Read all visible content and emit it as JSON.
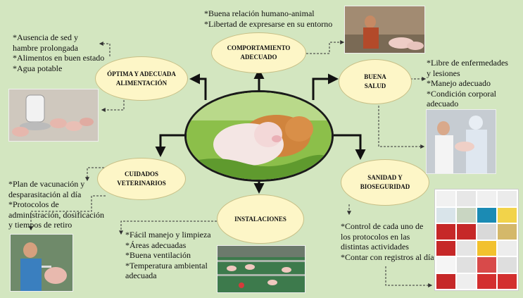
{
  "center": {
    "icon": "pigs-photo"
  },
  "nodes": {
    "comportamiento": {
      "label": "COMPORTAMIENTO ADECUADO",
      "desc": [
        "*Buena relación humano-animal",
        "*Libertad de expresarse   en su entorno"
      ],
      "photo_icon": "farmer-with-pigs-photo"
    },
    "optima": {
      "label": "ÓPTIMA Y ADECUADA ALIMENTACIÓN",
      "desc": [
        "*Ausencia de sed y",
        "hambre prolongada",
        "*Alimentos  en buen estado",
        "*Agua potable"
      ],
      "photo_icon": "piglets-feeder-photo"
    },
    "salud": {
      "label": "BUENA SALUD",
      "desc": [
        "*Libre de enfermedades",
        "y lesiones",
        "*Manejo adecuado",
        "*Condición corporal",
        "adecuado"
      ],
      "photo_icon": "vet-examining-piglet-photo"
    },
    "cuidados": {
      "label": "CUIDADOS VETERINARIOS",
      "desc": [
        "*Plan de vacunación  y",
        "desparasitación  al día",
        "*Protocolos de",
        "administración,  dosificación",
        "y  tiempos de retiro"
      ],
      "photo_icon": "vaccinating-piglet-photo"
    },
    "instalaciones": {
      "label": "INSTALACIONES",
      "desc": [
        "*Fácil manejo y limpieza",
        "*Áreas  adecuadas",
        "*Buena ventilación",
        "*Temperatura  ambiental",
        "adecuada"
      ],
      "photo_icon": "pig-barn-photo"
    },
    "sanidad": {
      "label": "SANIDAD Y BIOSEGURIDAD",
      "desc": [
        "*Control de cada uno de",
        "los protocolos en las",
        "distintas actividades",
        "*Contar con registros al día"
      ],
      "photo_icon": "biosecurity-signs-photo"
    }
  },
  "colors": {
    "background": "#d3e6c0",
    "oval_fill": "#fdf6c7",
    "arrow": "#111111"
  }
}
